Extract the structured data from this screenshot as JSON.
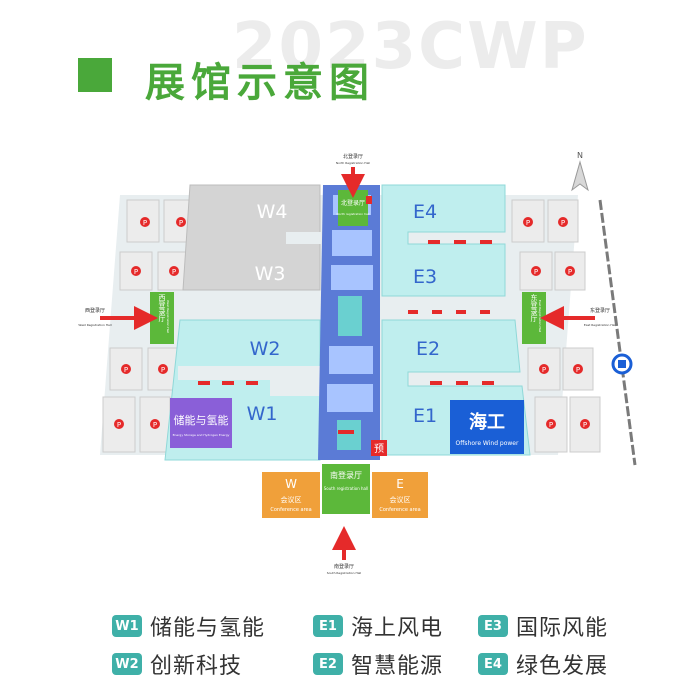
{
  "watermark": "2023CWP",
  "title": "展馆示意图",
  "halls": {
    "w4": "W4",
    "w3": "W3",
    "w2": "W2",
    "w1": "W1",
    "e4": "E4",
    "e3": "E3",
    "e2": "E2",
    "e1": "E1"
  },
  "zones": {
    "storage": {
      "cn": "储能与氢能",
      "en": "Energy Storage and Hydrogen Energy"
    },
    "offshore": {
      "cn": "海工",
      "en": "Offshore Wind power"
    }
  },
  "registration": {
    "north_label": "北登录厅",
    "north_label_en": "North Registration Hall",
    "north_hall": {
      "cn": "北登录厅",
      "en": "North registration hall"
    },
    "south_hall": {
      "cn": "南登录厅",
      "en": "South registration hall"
    },
    "south_label": "南登录厅",
    "south_label_en": "South Registration Hall",
    "west_hall": "西登录厅",
    "west_hall_en": "West Registration Hall",
    "west_label": "西登录厅",
    "west_label_en": "West Registration Hall",
    "east_hall": "东登录厅",
    "east_hall_en": "East Registration Hall",
    "east_label": "东登录厅",
    "east_label_en": "East Registration Hall"
  },
  "conference": {
    "w": {
      "letter": "W",
      "cn": "会议区",
      "en": "Conference area"
    },
    "e": {
      "letter": "E",
      "cn": "会议区",
      "en": "Conference area"
    }
  },
  "markers": {
    "parking": "P",
    "preregistration": "预",
    "compass": "N"
  },
  "legend": [
    {
      "code": "W1",
      "label": "储能与氢能"
    },
    {
      "code": "E1",
      "label": "海上风电"
    },
    {
      "code": "E3",
      "label": "国际风能"
    },
    {
      "code": "W2",
      "label": "创新科技"
    },
    {
      "code": "E2",
      "label": "智慧能源"
    },
    {
      "code": "E4",
      "label": "绿色发展"
    }
  ],
  "colors": {
    "brand_green": "#4aa83a",
    "hall_cyan": "#bfeeee",
    "corridor_blue": "#5b7bd6",
    "registration_green": "#5cb83a",
    "conference_orange": "#f0a03a",
    "storage_purple": "#8a5fd8",
    "offshore_blue": "#1a5fd6",
    "arrow_red": "#e52a2a",
    "legend_teal": "#3fb0a8"
  }
}
